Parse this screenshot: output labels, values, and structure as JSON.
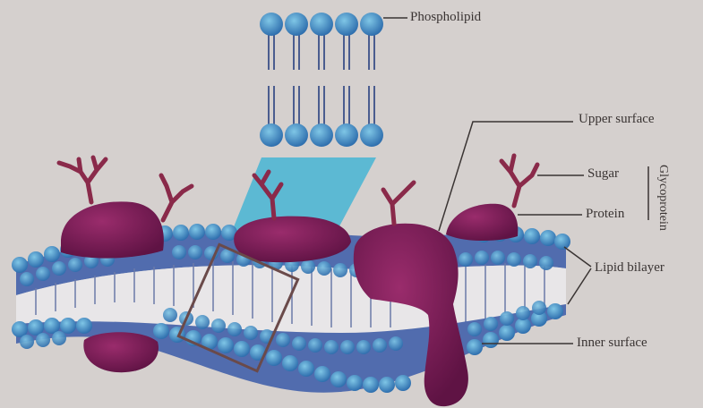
{
  "labels": {
    "phospholipid": "Phospholipid",
    "upper_surface": "Upper surface",
    "sugar": "Sugar",
    "protein": "Protein",
    "glycoprotein": "Glycoprotein",
    "lipid_bilayer": "Lipid bilayer",
    "inner_surface": "Inner surface"
  },
  "colors": {
    "background": "#d9d4d2",
    "lipid_head": "#3f8fbf",
    "lipid_head_dark": "#2d4f9a",
    "lipid_tail": "#5a6a9a",
    "protein": "#7a1e55",
    "sugar_chain": "#8a2a4a",
    "plane": "#4fb6d4",
    "leader_line": "#3a3433",
    "zoom_box": "#5a3a3a"
  }
}
